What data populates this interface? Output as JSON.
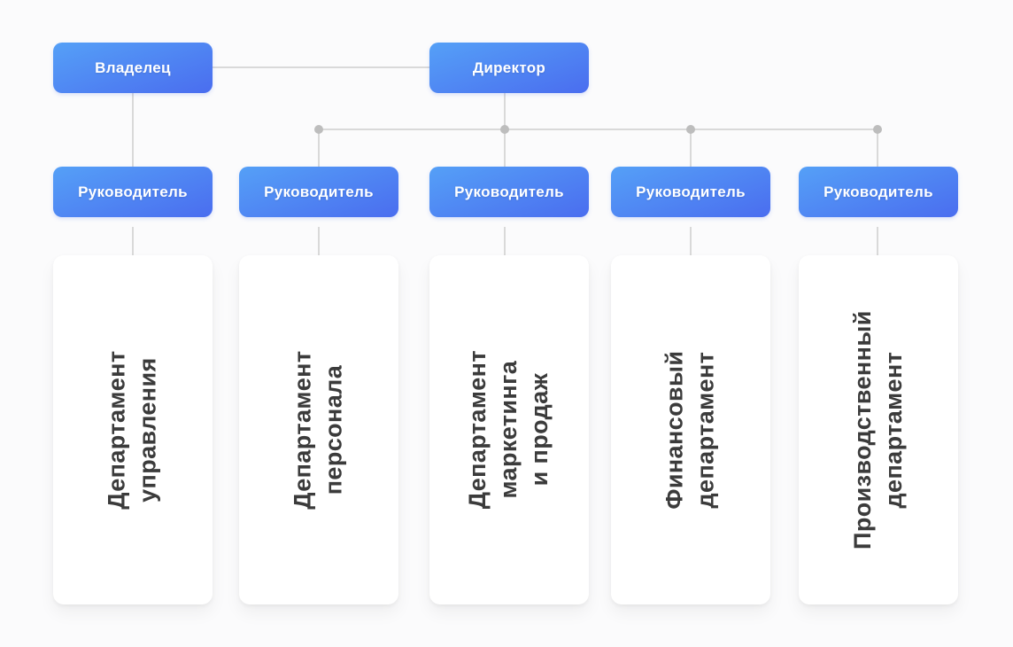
{
  "diagram": {
    "owner": "Владелец",
    "director": "Директор",
    "managers": [
      "Руководитель",
      "Руководитель",
      "Руководитель",
      "Руководитель",
      "Руководитель"
    ],
    "departments": [
      "Департамент\nуправления",
      "Департамент\nперсонала",
      "Департамент\nмаркетинга\nи продаж",
      "Финансовый\nдепартамент",
      "Производственный\nдепартамент"
    ],
    "colors": {
      "node_gradient_start": "#55A0F7",
      "node_gradient_end": "#4A6DEF",
      "node_text": "#FFFFFF",
      "connector": "#D9D9D9",
      "junction_dot": "#BDBDBD",
      "card_background": "#FFFFFF",
      "card_text": "#3B3B3B",
      "page_background": "#FBFBFC"
    }
  }
}
